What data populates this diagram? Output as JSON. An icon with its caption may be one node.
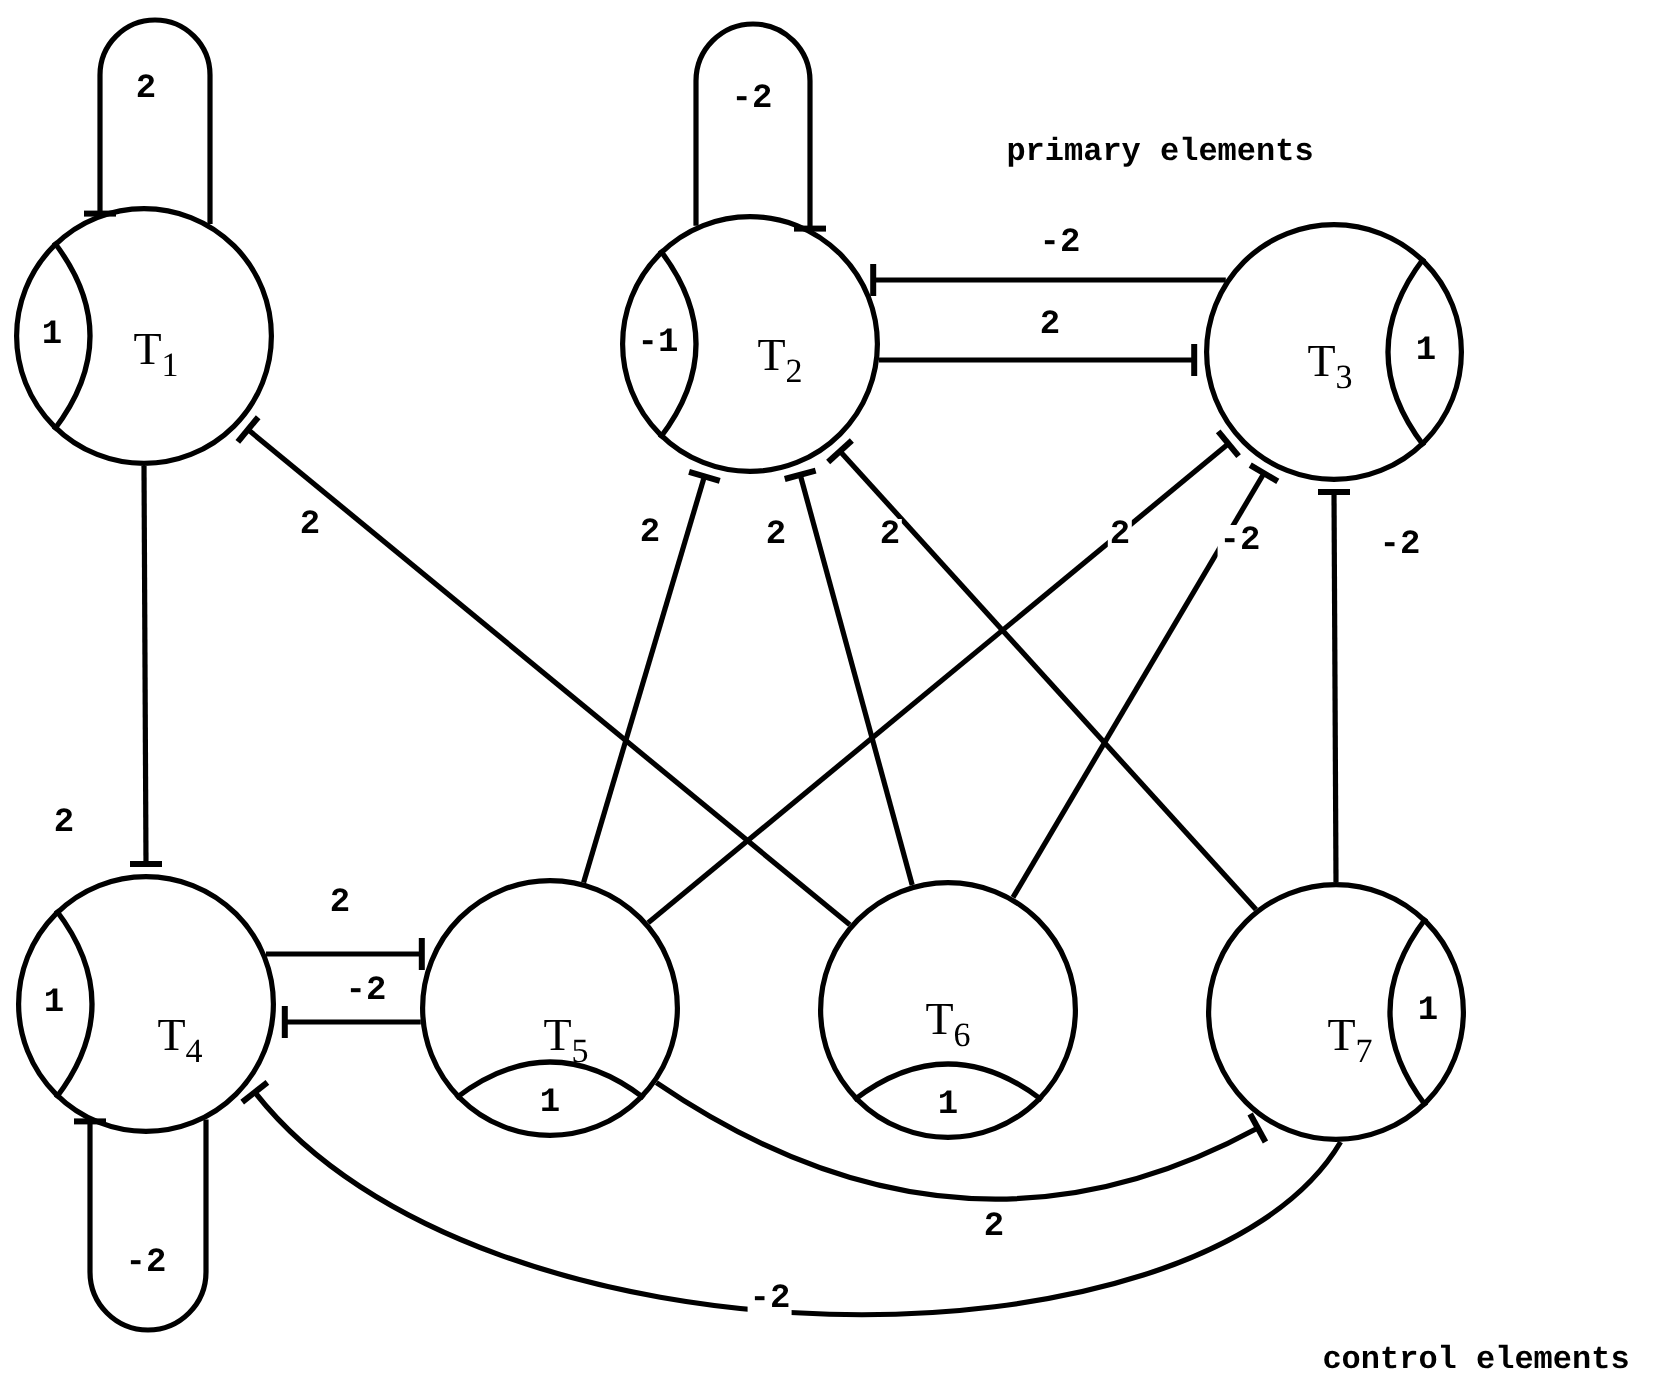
{
  "diagram": {
    "nodes": [
      {
        "text": [
          "T$_{1}$",
          "1"
        ]
      },
      {
        "text": [
          "T$_{2}$",
          "-1"
        ]
      },
      {
        "text": [
          "T$_{3}$",
          "1"
        ]
      },
      {
        "text": [
          "T$_{4}$",
          "1"
        ]
      },
      {
        "text": [
          "T$_{5}$",
          "1"
        ]
      },
      {
        "text": [
          "T$_{6}$",
          "1"
        ]
      },
      {
        "text": [
          "T$_{7}$",
          "1"
        ]
      }
    ],
    "edges": [
      {
        "from": 0,
        "to": 0,
        "arrow": "other",
        "label": "2"
      },
      {
        "from": 1,
        "to": 1,
        "arrow": "other",
        "label": "-2"
      },
      {
        "from": 2,
        "to": 1,
        "arrow": "other",
        "label": "-2"
      },
      {
        "from": 1,
        "to": 2,
        "arrow": "other",
        "label": "2"
      },
      {
        "from": 0,
        "to": 3,
        "arrow": "other",
        "label": "2"
      },
      {
        "from": 5,
        "to": 0,
        "arrow": "other",
        "label": "2"
      },
      {
        "from": 4,
        "to": 1,
        "arrow": "other",
        "label": "2"
      },
      {
        "from": 5,
        "to": 1,
        "arrow": "other",
        "label": "2"
      },
      {
        "from": 6,
        "to": 1,
        "arrow": "other",
        "label": "2"
      },
      {
        "from": 4,
        "to": 2,
        "arrow": "other",
        "label": "2"
      },
      {
        "from": 5,
        "to": 2,
        "arrow": "other",
        "label": "-2"
      },
      {
        "from": 6,
        "to": 2,
        "arrow": "other",
        "label": "-2"
      },
      {
        "from": 3,
        "to": 4,
        "arrow": "other",
        "label": "2"
      },
      {
        "from": 4,
        "to": 3,
        "arrow": "other",
        "label": "-2"
      },
      {
        "from": 3,
        "to": 3,
        "arrow": "other",
        "label": "-2"
      },
      {
        "from": 4,
        "to": 6,
        "arrow": "other",
        "label": "2"
      },
      {
        "from": 6,
        "to": 3,
        "arrow": "other",
        "label": "-2"
      }
    ],
    "labels": [
      "primary elements",
      "control elements"
    ]
  }
}
